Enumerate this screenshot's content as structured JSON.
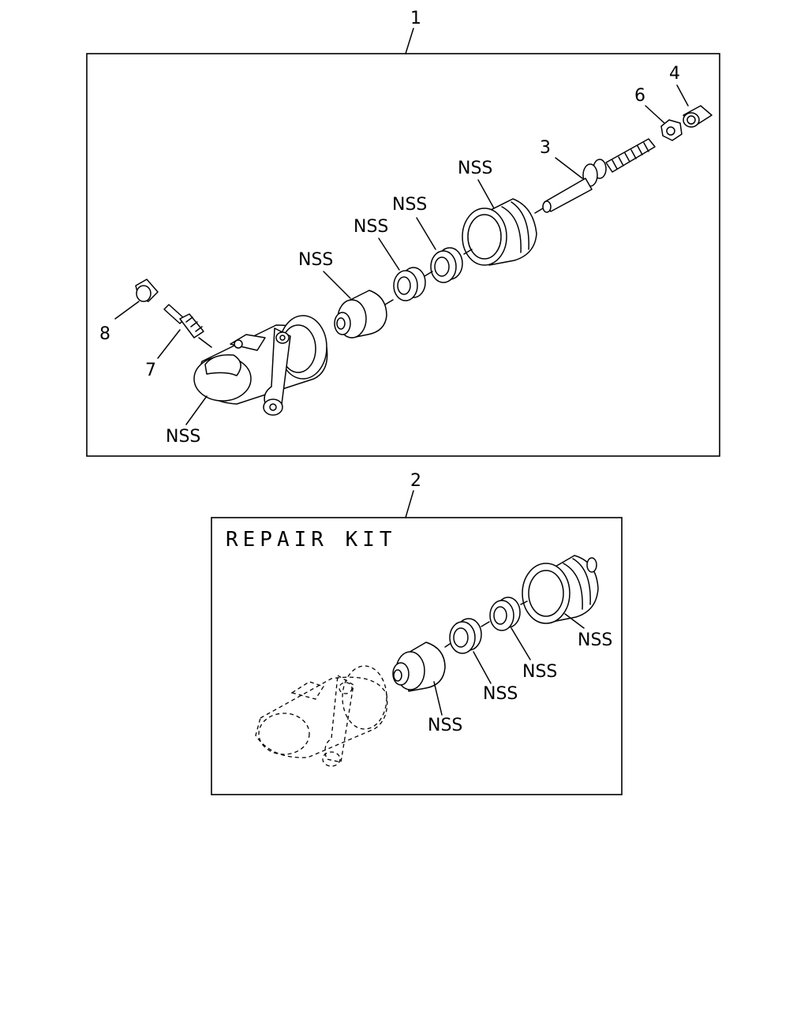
{
  "assembly": {
    "callout_1": "1",
    "callout_2": "2",
    "callout_3": "3",
    "callout_4": "4",
    "callout_6": "6",
    "callout_7": "7",
    "callout_8": "8",
    "nss": "NSS"
  },
  "repair_kit": {
    "title": "REPAIR KIT",
    "nss": "NSS"
  }
}
